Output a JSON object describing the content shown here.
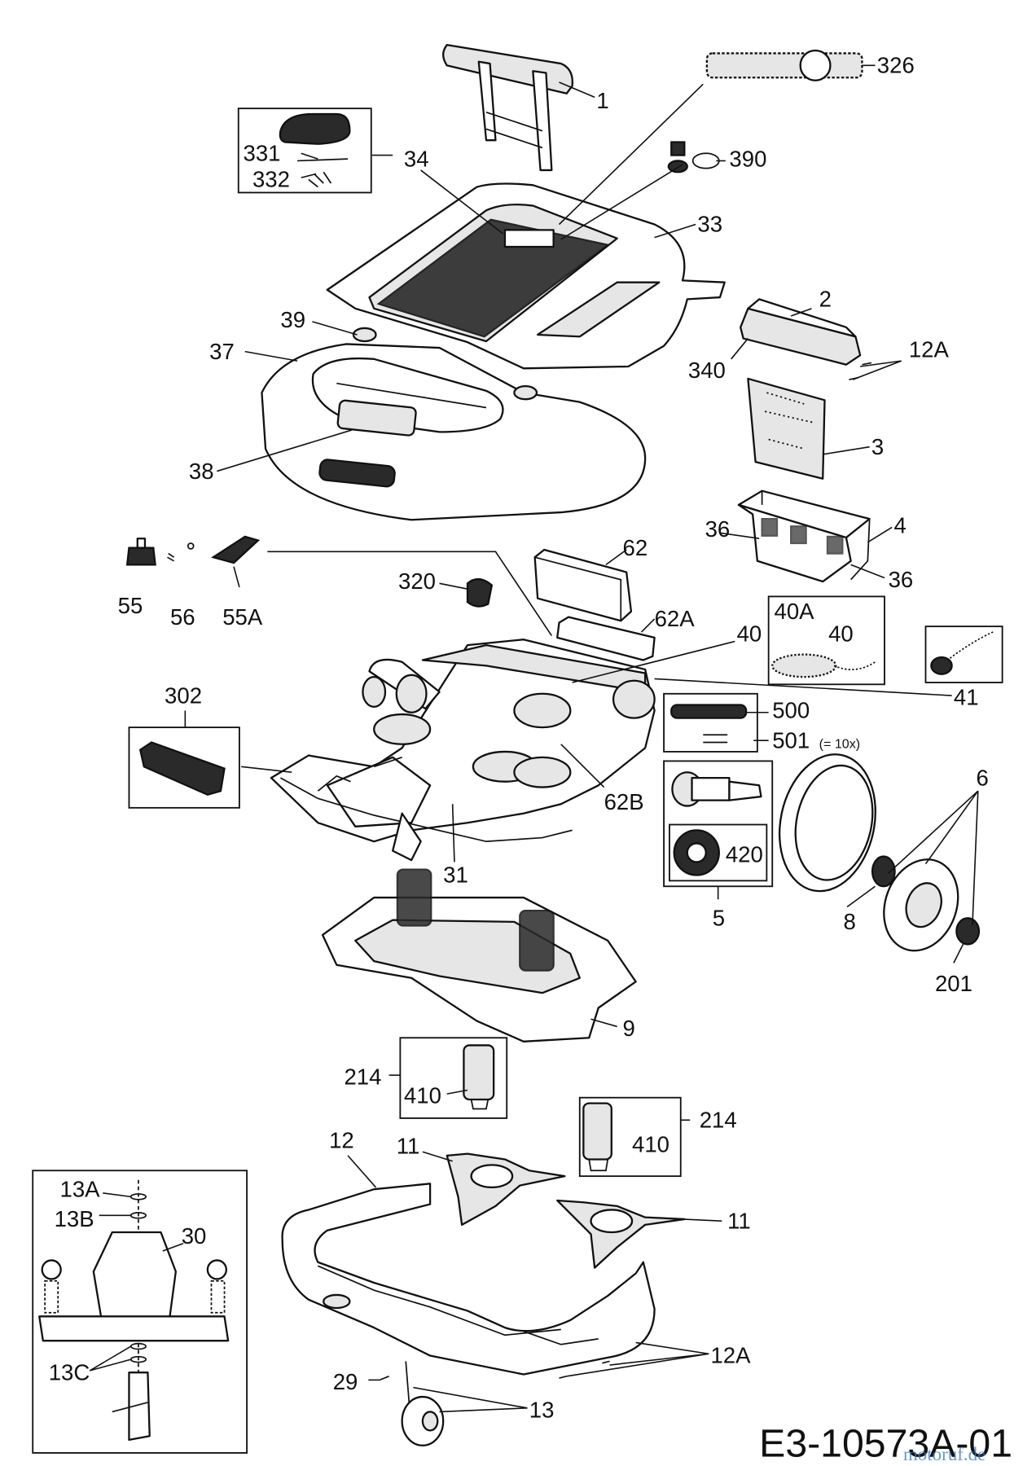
{
  "title_code": "E3-10573A-01",
  "watermark": "motoruf.de",
  "labels": {
    "l326": "326",
    "l1": "1",
    "l331": "331",
    "l34": "34",
    "l332": "332",
    "l390": "390",
    "l33": "33",
    "l39": "39",
    "l37": "37",
    "l2": "2",
    "l12A_top": "12A",
    "l340": "340",
    "l3": "3",
    "l38": "38",
    "l36a": "36",
    "l4": "4",
    "l36b": "36",
    "l62": "62",
    "l55": "55",
    "l56": "56",
    "l55A": "55A",
    "l320": "320",
    "l62A": "62A",
    "l40": "40",
    "l40A": "40A",
    "l40b": "40",
    "l41": "41",
    "l302": "302",
    "l500": "500",
    "l501": "501",
    "l501_note": "(= 10x)",
    "l6": "6",
    "l62B": "62B",
    "l420": "420",
    "l31": "31",
    "l5": "5",
    "l8": "8",
    "l201": "201",
    "l9": "9",
    "l214a": "214",
    "l410a": "410",
    "l214b": "214",
    "l410b": "410",
    "l12": "12",
    "l11a": "11",
    "l11b": "11",
    "l13A": "13A",
    "l13B": "13B",
    "l30": "30",
    "l13C": "13C",
    "l12A_bot": "12A",
    "l29": "29",
    "l13": "13"
  }
}
